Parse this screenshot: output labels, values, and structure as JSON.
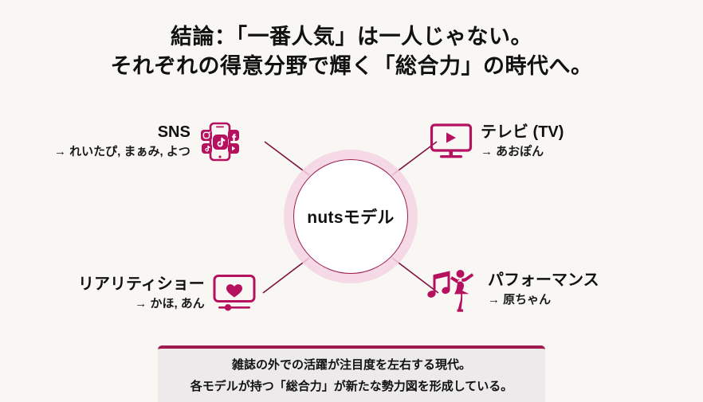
{
  "theme": {
    "background": "#f8f7f4",
    "accent": "#b5115e",
    "accent_dark": "#9e1b50",
    "ring": "#f4d3e0",
    "text": "#111111",
    "footer_bg": "#eceaea"
  },
  "title": {
    "line1": "結論：「一番人気」は一人じゃない。",
    "line2": "それぞれの得意分野で輝く「総合力」の時代へ。"
  },
  "hub": {
    "label": "nutsモデル"
  },
  "nodes": [
    {
      "id": "sns",
      "title": "SNS",
      "sub": "→ れいたぴ, まぁみ, よつ",
      "icon": "smartphone-social-icon",
      "position": "top-left"
    },
    {
      "id": "tv",
      "title": "テレビ (TV)",
      "sub": "→ あおぽん",
      "icon": "television-play-icon",
      "position": "top-right"
    },
    {
      "id": "reality",
      "title": "リアリティショー",
      "sub": "→ かほ, あん",
      "icon": "heart-screen-icon",
      "position": "bottom-left"
    },
    {
      "id": "performance",
      "title": "パフォーマンス",
      "sub": "→ 原ちゃん",
      "icon": "dancer-music-icon",
      "position": "bottom-right"
    }
  ],
  "footer": {
    "line1": "雑誌の外での活躍が注目度を左右する現代。",
    "line2": "各モデルが持つ「総合力」が新たな勢力図を形成している。"
  }
}
